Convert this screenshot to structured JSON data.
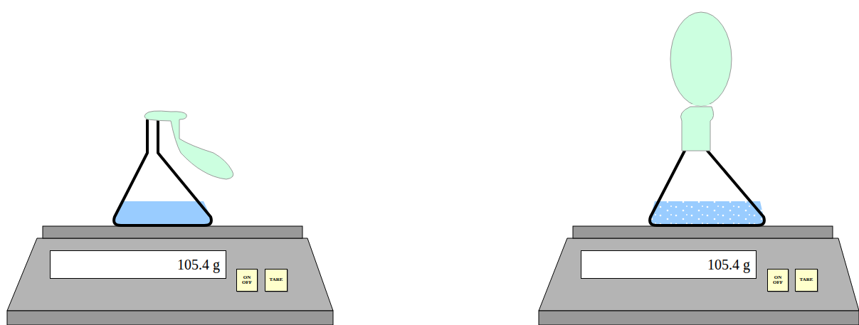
{
  "diagram": {
    "nodes": [
      {
        "text": [
          "105.4 g"
        ]
      },
      {
        "text": [
          "ON OFF"
        ]
      },
      {
        "text": [
          "TARE"
        ]
      },
      {
        "text": [
          "105.4 g"
        ]
      },
      {
        "text": [
          "ON OFF"
        ]
      },
      {
        "text": [
          "TARE"
        ]
      }
    ]
  }
}
